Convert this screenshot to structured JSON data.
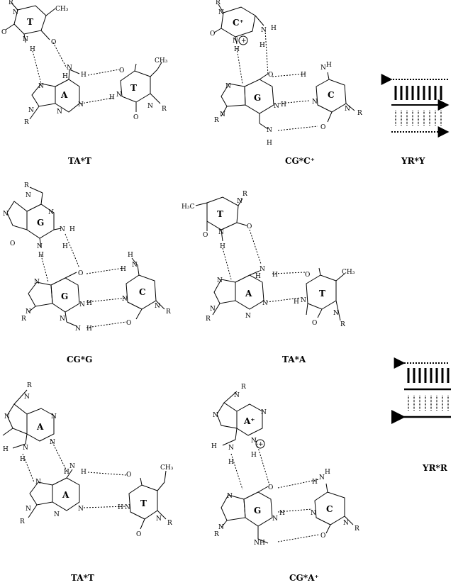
{
  "figure": {
    "captions": {
      "ta_t_1": "TA*T",
      "cg_cplus": "CG*C⁺",
      "yr_y": "YR*Y",
      "cg_g": "CG*G",
      "ta_a": "TA*A",
      "ta_t_2": "TA*T",
      "cg_aplus": "CG*A⁺",
      "yr_r": "YR*R"
    },
    "ring_labels": {
      "t": "T",
      "a": "A",
      "g": "G",
      "c": "C",
      "c_plus": "C⁺",
      "a_plus": "A⁺"
    },
    "atoms": {
      "r": "R",
      "n": "N",
      "o": "O",
      "h": "H",
      "me": "CH₃",
      "me_left": "H₃C",
      "plus": "+"
    }
  }
}
